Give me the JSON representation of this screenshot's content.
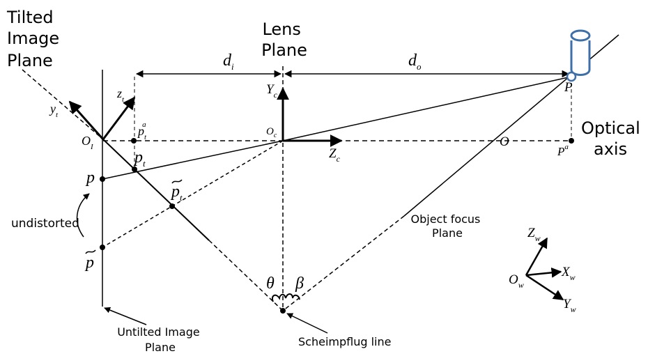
{
  "labels": {
    "tilted_plane": [
      "Tilted",
      "Image",
      "Plane"
    ],
    "lens_plane": [
      "Lens",
      "Plane"
    ],
    "optical_axis": [
      "Optical",
      "axis"
    ],
    "undistorted": "undistorted",
    "object_focus": [
      "Object focus",
      "Plane"
    ],
    "untilted": [
      "Untilted Image",
      "Plane"
    ],
    "scheimpflug": "Scheimpflug line",
    "d_i": "d",
    "d_i_sub": "i",
    "d_o": "d",
    "d_o_sub": "o",
    "Y_c": "Y",
    "Y_c_sub": "c",
    "O_c": "O",
    "O_c_sub": "c",
    "Z_c": "Z",
    "Z_c_sub": "c",
    "z_t": "z",
    "z_t_sub": "t",
    "y_t": "y",
    "y_t_sub": "t",
    "O_I": "O",
    "O_I_sub": "I",
    "p_t_a": "p",
    "p_t_a_sub": "t",
    "p_t_a_sup": "a",
    "p_t": "p",
    "p_t_sub": "t",
    "p_t_tilde": "p",
    "p_t_tilde_sub": "t",
    "p": "p",
    "p_tilde": "p",
    "P": "P",
    "P_a": "P",
    "P_a_sup": "a",
    "O": "O",
    "theta": "θ",
    "beta": "β",
    "Z_w": "Z",
    "Z_w_sub": "w",
    "X_w": "X",
    "X_w_sub": "w",
    "Y_w": "Y",
    "Y_w_sub": "w",
    "O_w": "O",
    "O_w_sub": "w"
  },
  "colors": {
    "line": "#000000",
    "cylinder": "#3f6fa8"
  }
}
